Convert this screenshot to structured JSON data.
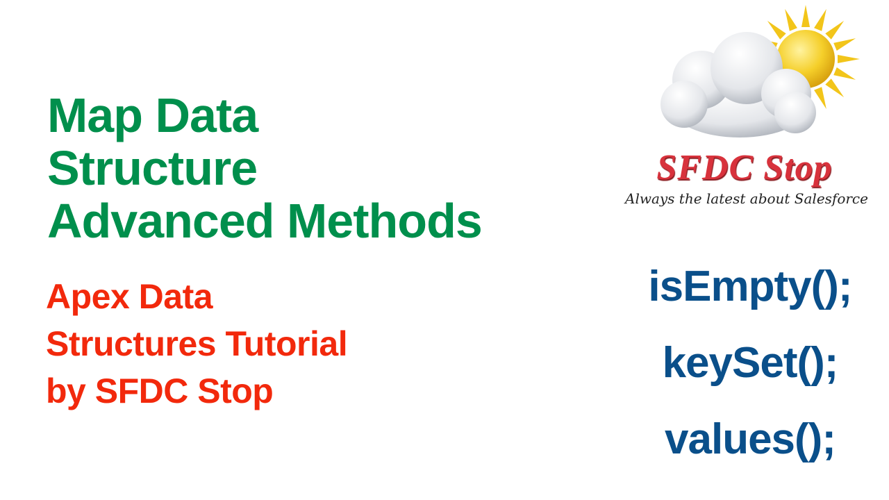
{
  "title": {
    "lines": [
      "Map Data",
      "Structure",
      "Advanced Methods"
    ],
    "color": "#008f4c"
  },
  "subtitle": {
    "lines": [
      "Apex Data",
      "Structures Tutorial",
      "by SFDC Stop"
    ],
    "color": "#f2290c"
  },
  "methods": {
    "items": [
      "isEmpty();",
      "keySet();",
      "values();"
    ],
    "color": "#0a4f8a"
  },
  "logo": {
    "icon": "cloud-sun-icon",
    "name": "SFDC Stop",
    "tagline": "Always the latest about Salesforce",
    "name_color": "#d8323c"
  }
}
